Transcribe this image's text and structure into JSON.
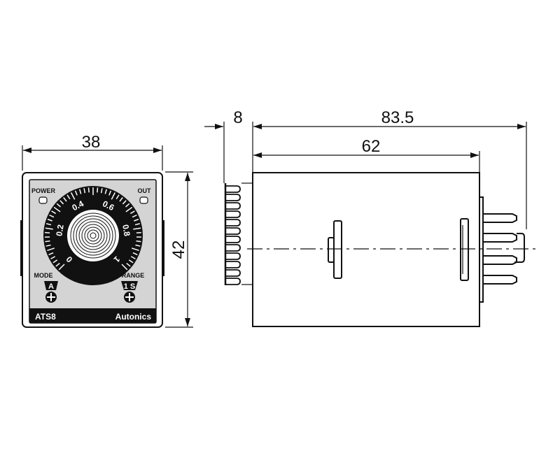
{
  "dimensions": {
    "front_width": "38",
    "front_height": "42",
    "knob_depth": "8",
    "total_depth": "83.5",
    "body_depth": "62"
  },
  "front_panel": {
    "power_label": "POWER",
    "out_label": "OUT",
    "mode_label": "MODE",
    "range_label": "RANGE",
    "mode_value": "A",
    "range_value": "1 S",
    "model": "ATS8",
    "brand": "Autonics",
    "dial_scale": [
      "0",
      "0.2",
      "0.4",
      "0.6",
      "0.8",
      "1"
    ]
  }
}
